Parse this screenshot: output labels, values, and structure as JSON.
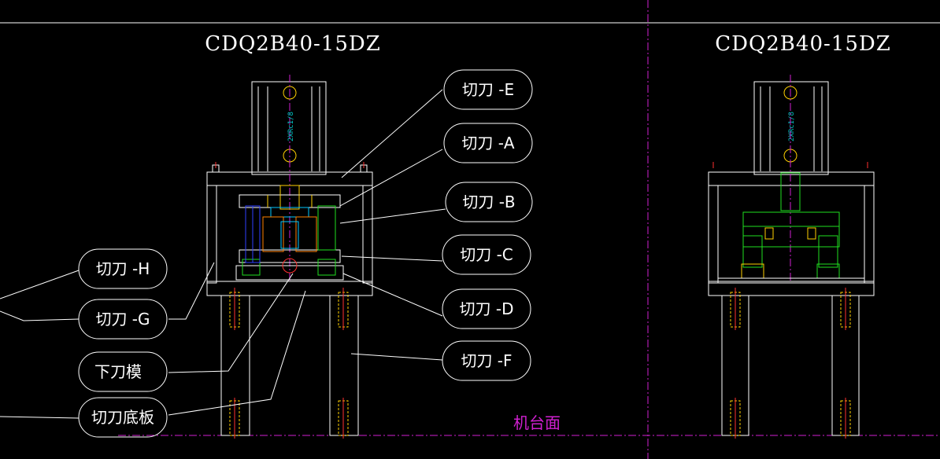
{
  "drawing": {
    "titles": [
      "CDQ2B40-15DZ",
      "CDQ2B40-15DZ"
    ],
    "cylinder_text": [
      "2XRc1/8",
      "2XRc1/8"
    ],
    "table_surface": "机台面",
    "callouts_right": [
      {
        "id": "E",
        "text": "切刀 -E"
      },
      {
        "id": "A",
        "text": "切刀 -A"
      },
      {
        "id": "B",
        "text": "切刀 -B"
      },
      {
        "id": "C",
        "text": "切刀 -C"
      },
      {
        "id": "D",
        "text": "切刀 -D"
      },
      {
        "id": "F",
        "text": "切刀 -F"
      }
    ],
    "callouts_left": [
      {
        "id": "H",
        "text": "切刀 -H"
      },
      {
        "id": "G",
        "text": "切刀 -G"
      },
      {
        "id": "lower-die",
        "text": "下刀模"
      },
      {
        "id": "base-plate",
        "text": "切刀底板"
      }
    ],
    "colors": {
      "background": "#000000",
      "outline": "#ffffff",
      "hidden": "#ffd000",
      "parts": "#20e020",
      "bolts": "#3040ff",
      "accent": "#00c8ff",
      "centerline": "#d020d0"
    }
  }
}
